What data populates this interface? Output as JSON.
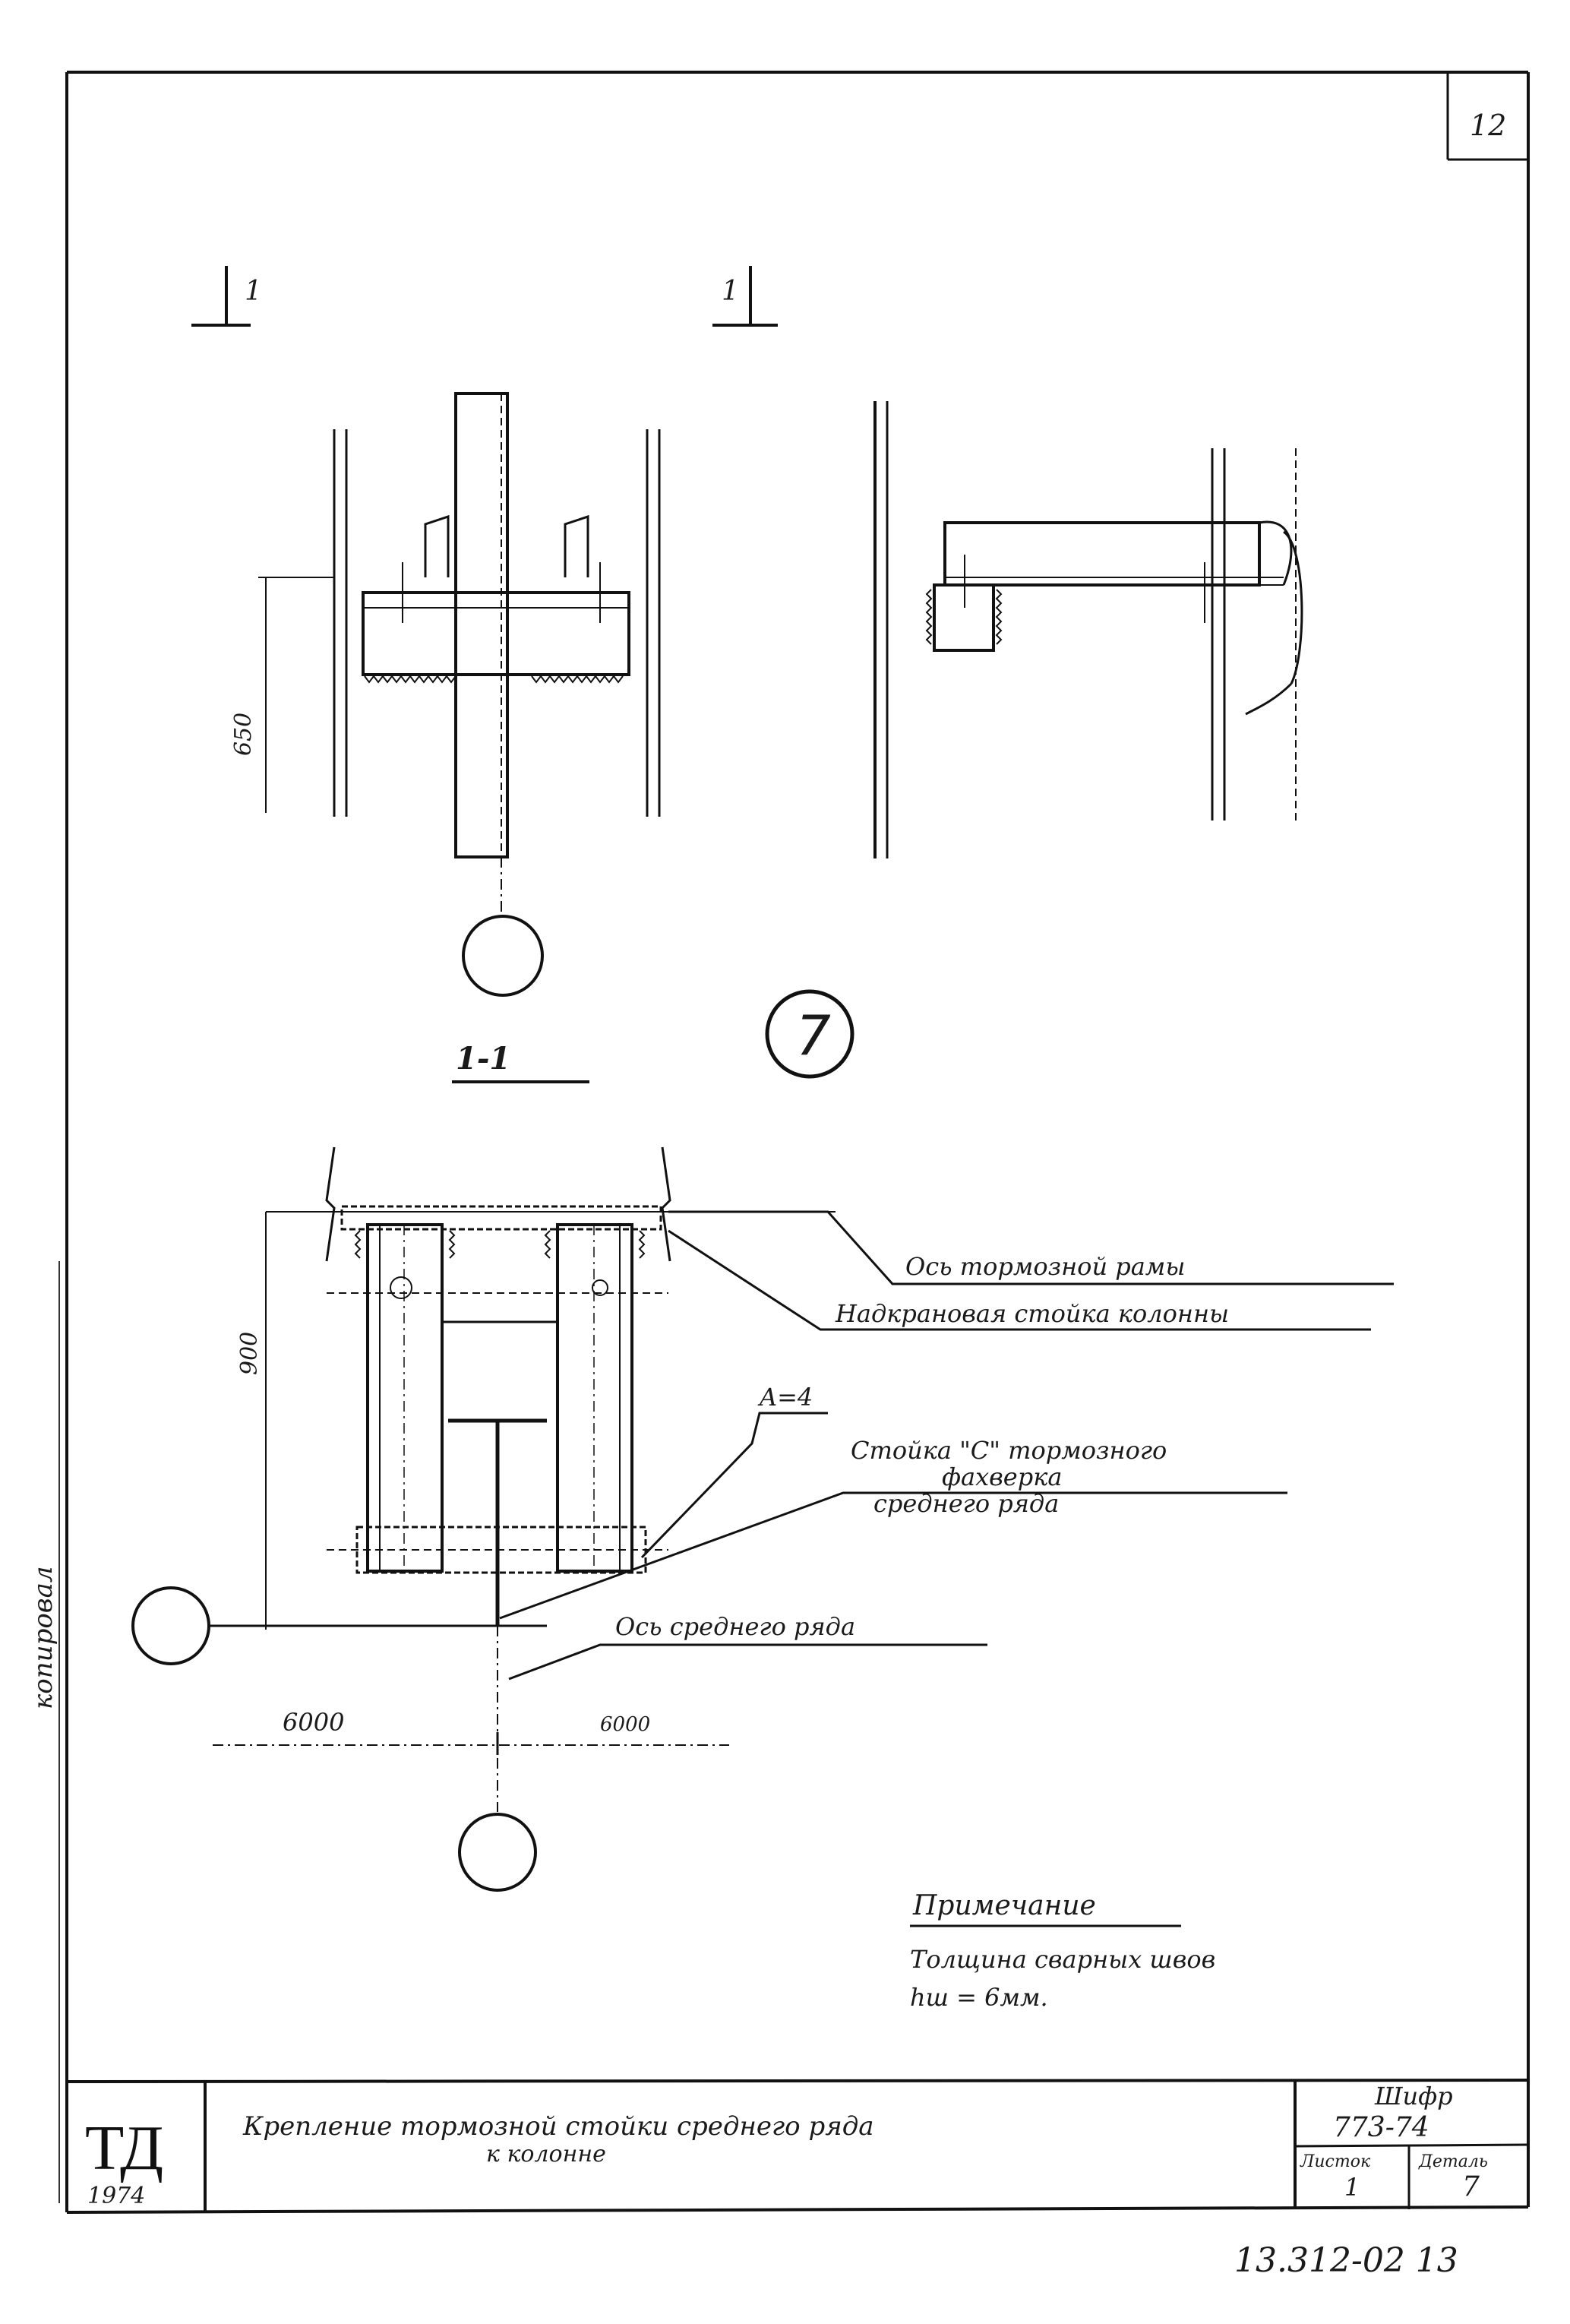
{
  "sheet": {
    "page_number": "12",
    "drawing_number": "7",
    "section_marks": [
      "1",
      "1"
    ],
    "section_title": "1-1"
  },
  "dimensions": {
    "upper_height": "650",
    "lower_height": "900",
    "span_left": "6000",
    "span_right": "6000"
  },
  "weld_label": "A=4",
  "callouts": [
    "Ось тормозной рамы",
    "Надкрановая стойка колонны",
    "Стойка \"С\" тормозного",
    "фахверка",
    "среднего ряда",
    "Ось среднего ряда"
  ],
  "note": {
    "heading": "Примечание",
    "line1": "Толщина сварных швов",
    "line2": "hш = 6мм."
  },
  "side_text": "копировал",
  "title_block": {
    "org": "ТД",
    "year": "1974",
    "title_line1": "Крепление тормозной стойки среднего ряда",
    "title_line2": "к колонне",
    "code_label": "Шифр",
    "code": "773-74",
    "sheet_label": "Листок",
    "sheet_value": "1",
    "detail_label": "Деталь",
    "detail_value": "7"
  },
  "archive_number": "13.312-02 13"
}
